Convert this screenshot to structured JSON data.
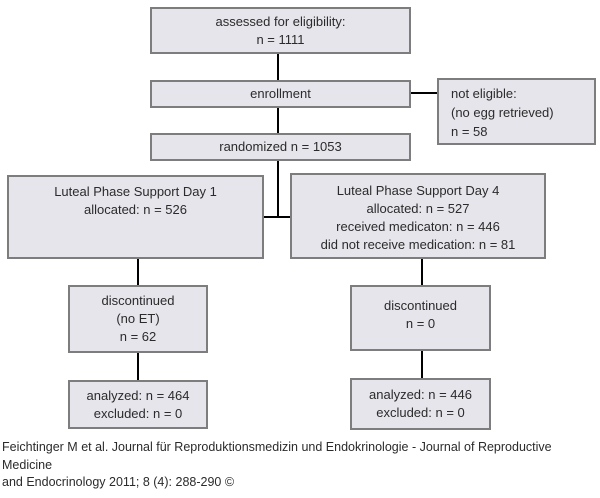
{
  "diagram_title": "CONSORT flow diagram: luteal phase support trial",
  "colors": {
    "background": "#ffffff",
    "box_fill": "#e6e5eb",
    "box_border": "#7d7d7d",
    "connector_line": "#000000",
    "text": "#2b2b2b"
  },
  "boxes": {
    "assessed": {
      "lines": [
        "assessed for eligibility:",
        "n = 1111"
      ]
    },
    "enrollment": {
      "lines": [
        "enrollment"
      ]
    },
    "not_eligible": {
      "lines": [
        "not eligible:",
        "(no egg retrieved)",
        "n = 58"
      ]
    },
    "randomized": {
      "lines": [
        "randomized n = 1053"
      ]
    },
    "day1": {
      "lines": [
        "Luteal Phase Support Day 1",
        "allocated: n = 526"
      ]
    },
    "day4": {
      "lines": [
        "Luteal Phase Support Day 4",
        "allocated: n = 527",
        "received medicaton: n = 446",
        "did not receive medication: n = 81"
      ]
    },
    "discontinued_day1": {
      "lines": [
        "discontinued",
        "(no ET)",
        "n = 62"
      ]
    },
    "discontinued_day4": {
      "lines": [
        "discontinued",
        "n = 0"
      ]
    },
    "analyzed_day1": {
      "lines": [
        "analyzed: n = 464",
        "excluded: n = 0"
      ]
    },
    "analyzed_day4": {
      "lines": [
        "analyzed: n = 446",
        "excluded: n = 0"
      ]
    }
  },
  "footer": {
    "line1": "Feichtinger M et al. Journal für Reproduktionsmedizin und Endokrinologie - Journal of Reproductive Medicine",
    "line2": "and Endocrinology 2011; 8 (4): 288-290 ©"
  }
}
